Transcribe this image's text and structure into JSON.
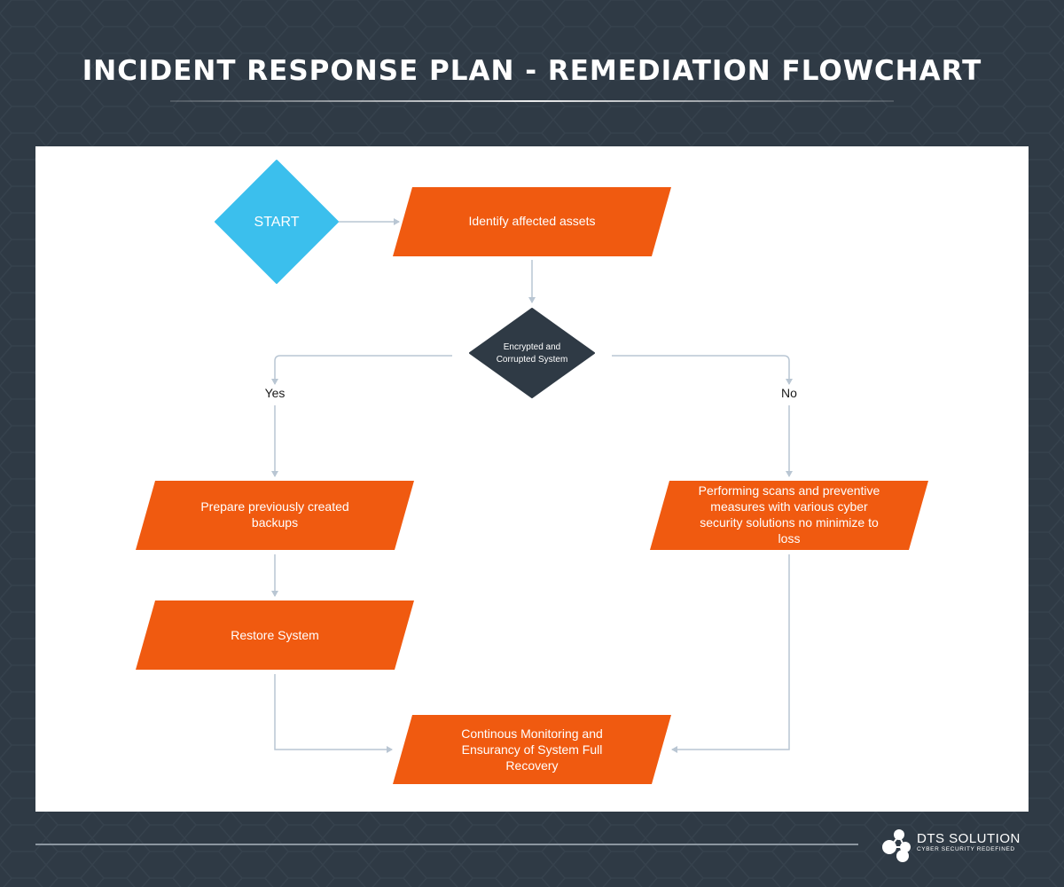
{
  "header": {
    "title": "INCIDENT RESPONSE PLAN - REMEDIATION FLOWCHART"
  },
  "colors": {
    "background": "#2f3a45",
    "panel": "#ffffff",
    "start": "#3bbfed",
    "process": "#f05a10",
    "decision": "#2f3a45",
    "connector": "#b9c6d3"
  },
  "flowchart": {
    "start": {
      "label": "START"
    },
    "identify": {
      "label": "Identify affected assets"
    },
    "decision": {
      "lines": [
        "Encrypted and",
        "Corrupted System"
      ]
    },
    "yes_label": "Yes",
    "no_label": "No",
    "prepare": {
      "lines": [
        "Prepare previously created",
        "backups"
      ]
    },
    "restore": {
      "label": "Restore System"
    },
    "scans": {
      "lines": [
        "Performing scans and preventive",
        "measures with various cyber",
        "security solutions no minimize to",
        "loss"
      ]
    },
    "monitoring": {
      "lines": [
        "Continous Monitoring and",
        "Ensurancy of System Full",
        "Recovery"
      ]
    }
  },
  "footer": {
    "logo_name": "DTS SOLUTION",
    "logo_tagline": "CYBER SECURITY REDEFINED"
  }
}
